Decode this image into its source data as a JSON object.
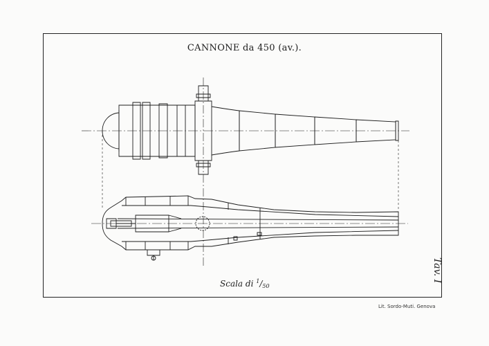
{
  "plate": {
    "title": "CANNONE da 450 (av.).",
    "scale_prefix": "Scala di",
    "scale_numerator": "1",
    "scale_denominator": "50",
    "plate_label": "Tav. I",
    "lithographer": "Lit. Sordo-Muti. Genova"
  },
  "colors": {
    "ink": "#1c1c1c",
    "paper": "#fbfbfa"
  }
}
